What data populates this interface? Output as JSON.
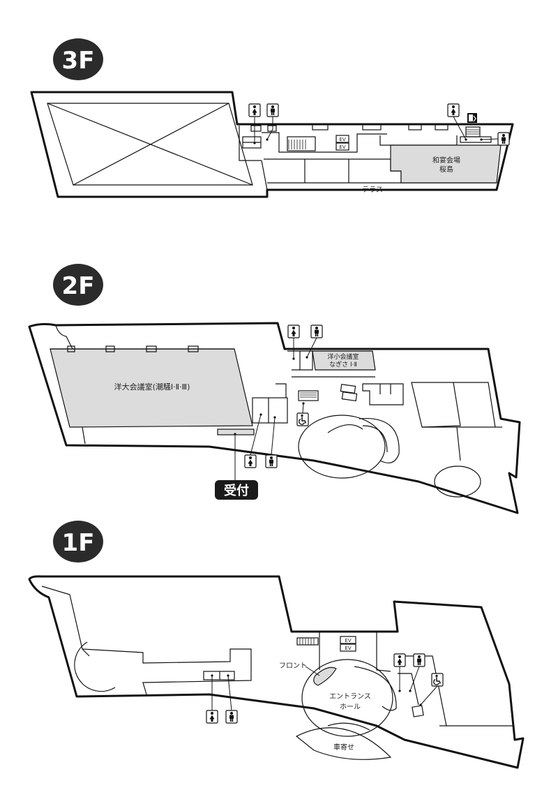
{
  "floors": [
    {
      "badge": "3F",
      "labels": {
        "washitsu": "和宴会場",
        "washitsu_name": "桜島",
        "terrace": "テラス"
      }
    },
    {
      "badge": "2F",
      "labels": {
        "big_hall": "洋大会議室(潮騒Ⅰ·Ⅱ·Ⅲ)",
        "small_hall": "洋小会議室",
        "small_hall_name": "なぎさ Ⅰ·Ⅱ",
        "reception": "受付"
      }
    },
    {
      "badge": "1F",
      "labels": {
        "front": "フロント",
        "entrance": "エントランス",
        "entrance2": "ホール",
        "porch": "車寄せ"
      }
    }
  ],
  "ev_label": "EV",
  "icons": {
    "female": "female-restroom-icon",
    "male": "male-restroom-icon",
    "accessible": "wheelchair-icon",
    "exit": "emergency-exit-icon"
  },
  "colors": {
    "badge": "#2b2b2b",
    "shade": "#dcdcdc",
    "outline": "#111111"
  }
}
